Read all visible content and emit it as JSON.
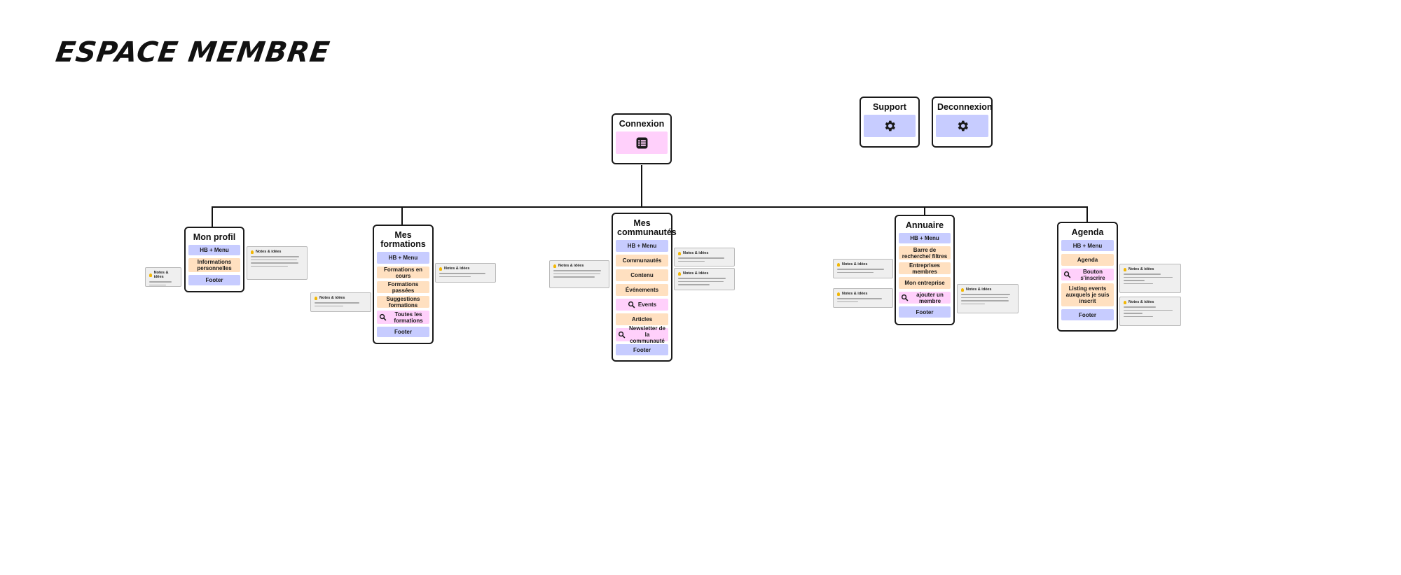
{
  "title": "ESPACE MEMBRE",
  "icons": {
    "connexion": "list-icon",
    "support": "gear-icon",
    "deconnexion": "gear-icon",
    "search": "search-icon",
    "notes": "lightbulb-icon"
  },
  "colors": {
    "blue": "#c7ccff",
    "peach": "#ffe0c0",
    "pink": "#ffd0fb",
    "note": "#efefef",
    "border": "#1a1a1a"
  },
  "top_cards": {
    "connexion": "Connexion",
    "support": "Support",
    "deconnexion": "Deconnexion"
  },
  "note_heading": "Notes & idées",
  "cards": {
    "profil": {
      "title": "Mon profil",
      "items": [
        "HB + Menu",
        "Informations personnelles",
        "Footer"
      ]
    },
    "formations": {
      "title": "Mes formations",
      "items": [
        "HB + Menu",
        "Formations en cours",
        "Formations passées",
        "Suggestions formations",
        "Toutes les formations",
        "Footer"
      ]
    },
    "communautes": {
      "title": "Mes communautés",
      "items": [
        "HB + Menu",
        "Communautés",
        "Contenu",
        "Événements",
        "Events",
        "Articles",
        "Newsletter de la communauté",
        "Footer"
      ]
    },
    "annuaire": {
      "title": "Annuaire",
      "items": [
        "HB + Menu",
        "Barre de recherche/ filtres",
        "Entreprises membres",
        "Mon entreprise",
        "ajouter un membre",
        "Footer"
      ]
    },
    "agenda": {
      "title": "Agenda",
      "items": [
        "HB + Menu",
        "Agenda",
        "Bouton s'inscrire",
        "Listing events auxquels je suis inscrit",
        "Footer"
      ]
    }
  }
}
